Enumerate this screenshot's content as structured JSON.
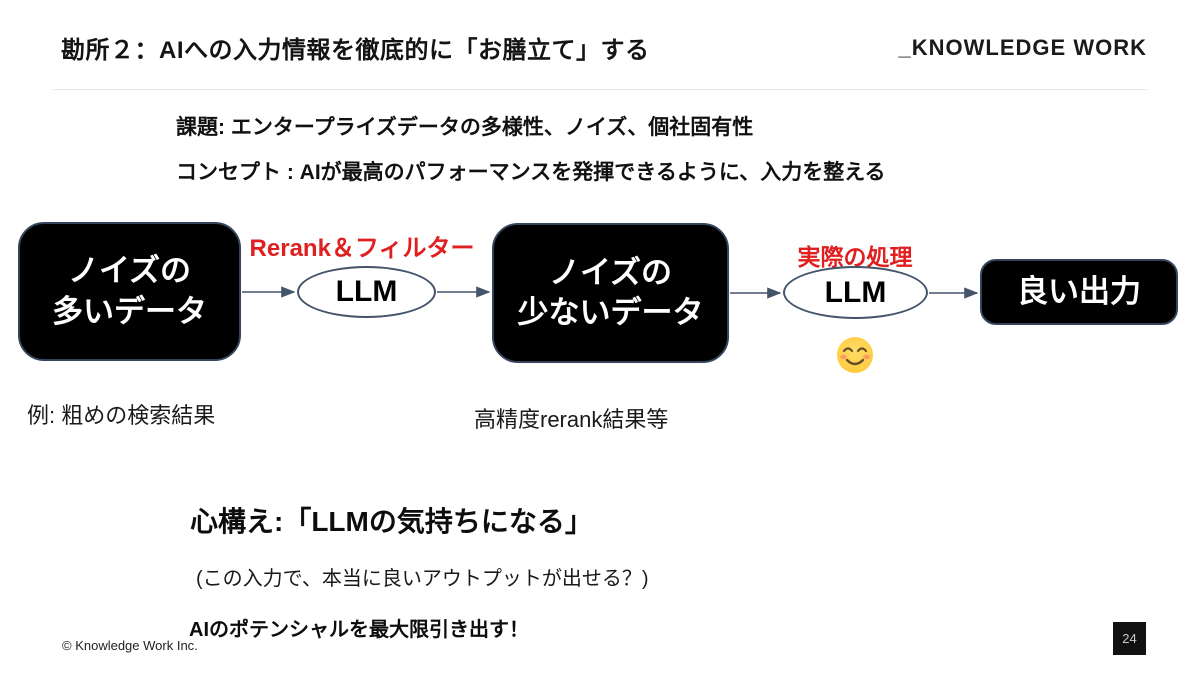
{
  "slide": {
    "title": "勘所２：AIへの入力情報を徹底的に「お膳立て」する",
    "logo": "_KNOWLEDGE WORK",
    "copyright": "© Knowledge Work Inc.",
    "page_number": "24"
  },
  "intro": {
    "issue": "課題: エンタープライズデータの多様性、ノイズ、個社固有性",
    "concept": "コンセプト : AIが最高のパフォーマンスを発揮できるように、入力を整える"
  },
  "diagram": {
    "noisy_box": {
      "line1": "ノイズの",
      "line2": "多いデータ"
    },
    "rerank_label": "Rerank＆フィルター",
    "llm1": "LLM",
    "clean_box": {
      "line1": "ノイズの",
      "line2": "少ないデータ"
    },
    "process_label": "実際の処理",
    "llm2": "LLM",
    "output_box": "良い出力",
    "emoji": "smiling-face-with-smiling-eyes 😊",
    "example_left": "例: 粗めの検索結果",
    "example_middle": "高精度rerank結果等"
  },
  "takeaway": {
    "heading": "心構え:「LLMの気持ちになる」",
    "question": "(この入力で、本当に良いアウトプットが出せる？)",
    "conclusion": "AIのポテンシャルを最大限引き出す！"
  },
  "colors": {
    "accent_red": "#E02020",
    "diagram_stroke": "#44546A",
    "node_fill": "#000000",
    "background": "#FFFFFF"
  }
}
